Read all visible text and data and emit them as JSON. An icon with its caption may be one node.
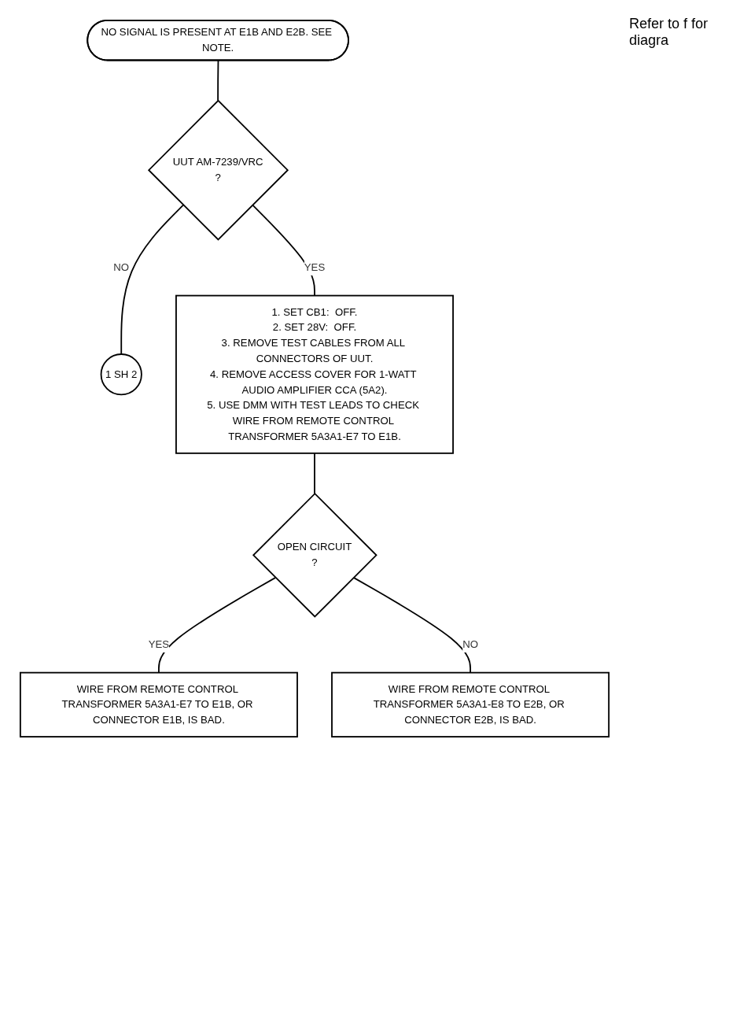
{
  "diagram": {
    "nodes": [
      {
        "text": [
          "NO SIGNAL IS PRESENT AT E1B AND E2B. SEE NOTE."
        ]
      },
      {
        "text": [
          "UUT AM-7239/VRC",
          "?"
        ]
      },
      {
        "text": [
          "1 SH 2"
        ]
      },
      {
        "text": [
          "1. SET CB1:  OFF.",
          "2. SET 28V:  OFF.",
          "3. REMOVE TEST CABLES FROM ALL CONNECTORS OF UUT.",
          "4. REMOVE ACCESS COVER FOR 1-WATT AUDIO AMPLIFIER CCA (5A2).",
          "5. USE DMM WITH TEST LEADS TO CHECK WIRE FROM REMOTE CONTROL TRANSFORMER 5A3A1-E7 TO E1B."
        ]
      },
      {
        "text": [
          "OPEN CIRCUIT",
          "?"
        ]
      },
      {
        "text": [
          "WIRE FROM REMOTE CONTROL TRANSFORMER 5A3A1-E7 TO E1B, OR CONNECTOR E1B, IS BAD."
        ]
      },
      {
        "text": [
          "WIRE FROM REMOTE CONTROL TRANSFORMER 5A3A1-E8 TO E2B, OR CONNECTOR E2B, IS BAD."
        ]
      }
    ],
    "edges": [
      {
        "from": 0,
        "to": 1,
        "arrow": "none"
      },
      {
        "from": 1,
        "to": 2,
        "arrow": "none",
        "label": "NO"
      },
      {
        "from": 1,
        "to": 3,
        "arrow": "none",
        "label": "YES"
      },
      {
        "from": 3,
        "to": 4,
        "arrow": "none"
      },
      {
        "from": 4,
        "to": 5,
        "arrow": "none",
        "label": "YES"
      },
      {
        "from": 4,
        "to": 6,
        "arrow": "none",
        "label": "NO"
      }
    ],
    "labels": [
      "Refer to f for diagra"
    ]
  }
}
